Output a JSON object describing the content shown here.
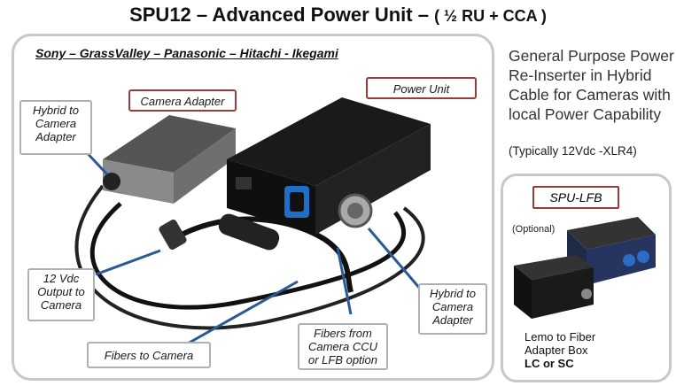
{
  "title": {
    "main": "SPU12   – Advanced Power Unit –",
    "sub": "( ½ RU + CCA )"
  },
  "brands": "Sony – GrassValley – Panasonic – Hitachi - Ikegami",
  "callouts": {
    "camera_adapter": "Camera Adapter",
    "power_unit": "Power Unit",
    "hybrid_to_camera_adapter_left": "Hybrid to Camera Adapter",
    "output_12vdc": "12 Vdc Output to Camera",
    "fibers_to_camera": "Fibers to Camera",
    "fibers_from_ccu": "Fibers from Camera CCU or LFB option",
    "hybrid_to_camera_adapter_right": "Hybrid to Camera Adapter"
  },
  "description": "General Purpose Power Re-Inserter in Hybrid Cable for Cameras with local Power Capability",
  "description_small": "(Typically 12Vdc -XLR4)",
  "side": {
    "label": "SPU-LFB",
    "optional": "(Optional)",
    "lemo_line1": "Lemo to Fiber",
    "lemo_line2": "Adapter Box",
    "lemo_line3": "LC or SC"
  },
  "colors": {
    "callout_border_red": "#9a3a3a",
    "panel_border": "#c8c8c8",
    "arrow": "#2a5a95"
  }
}
